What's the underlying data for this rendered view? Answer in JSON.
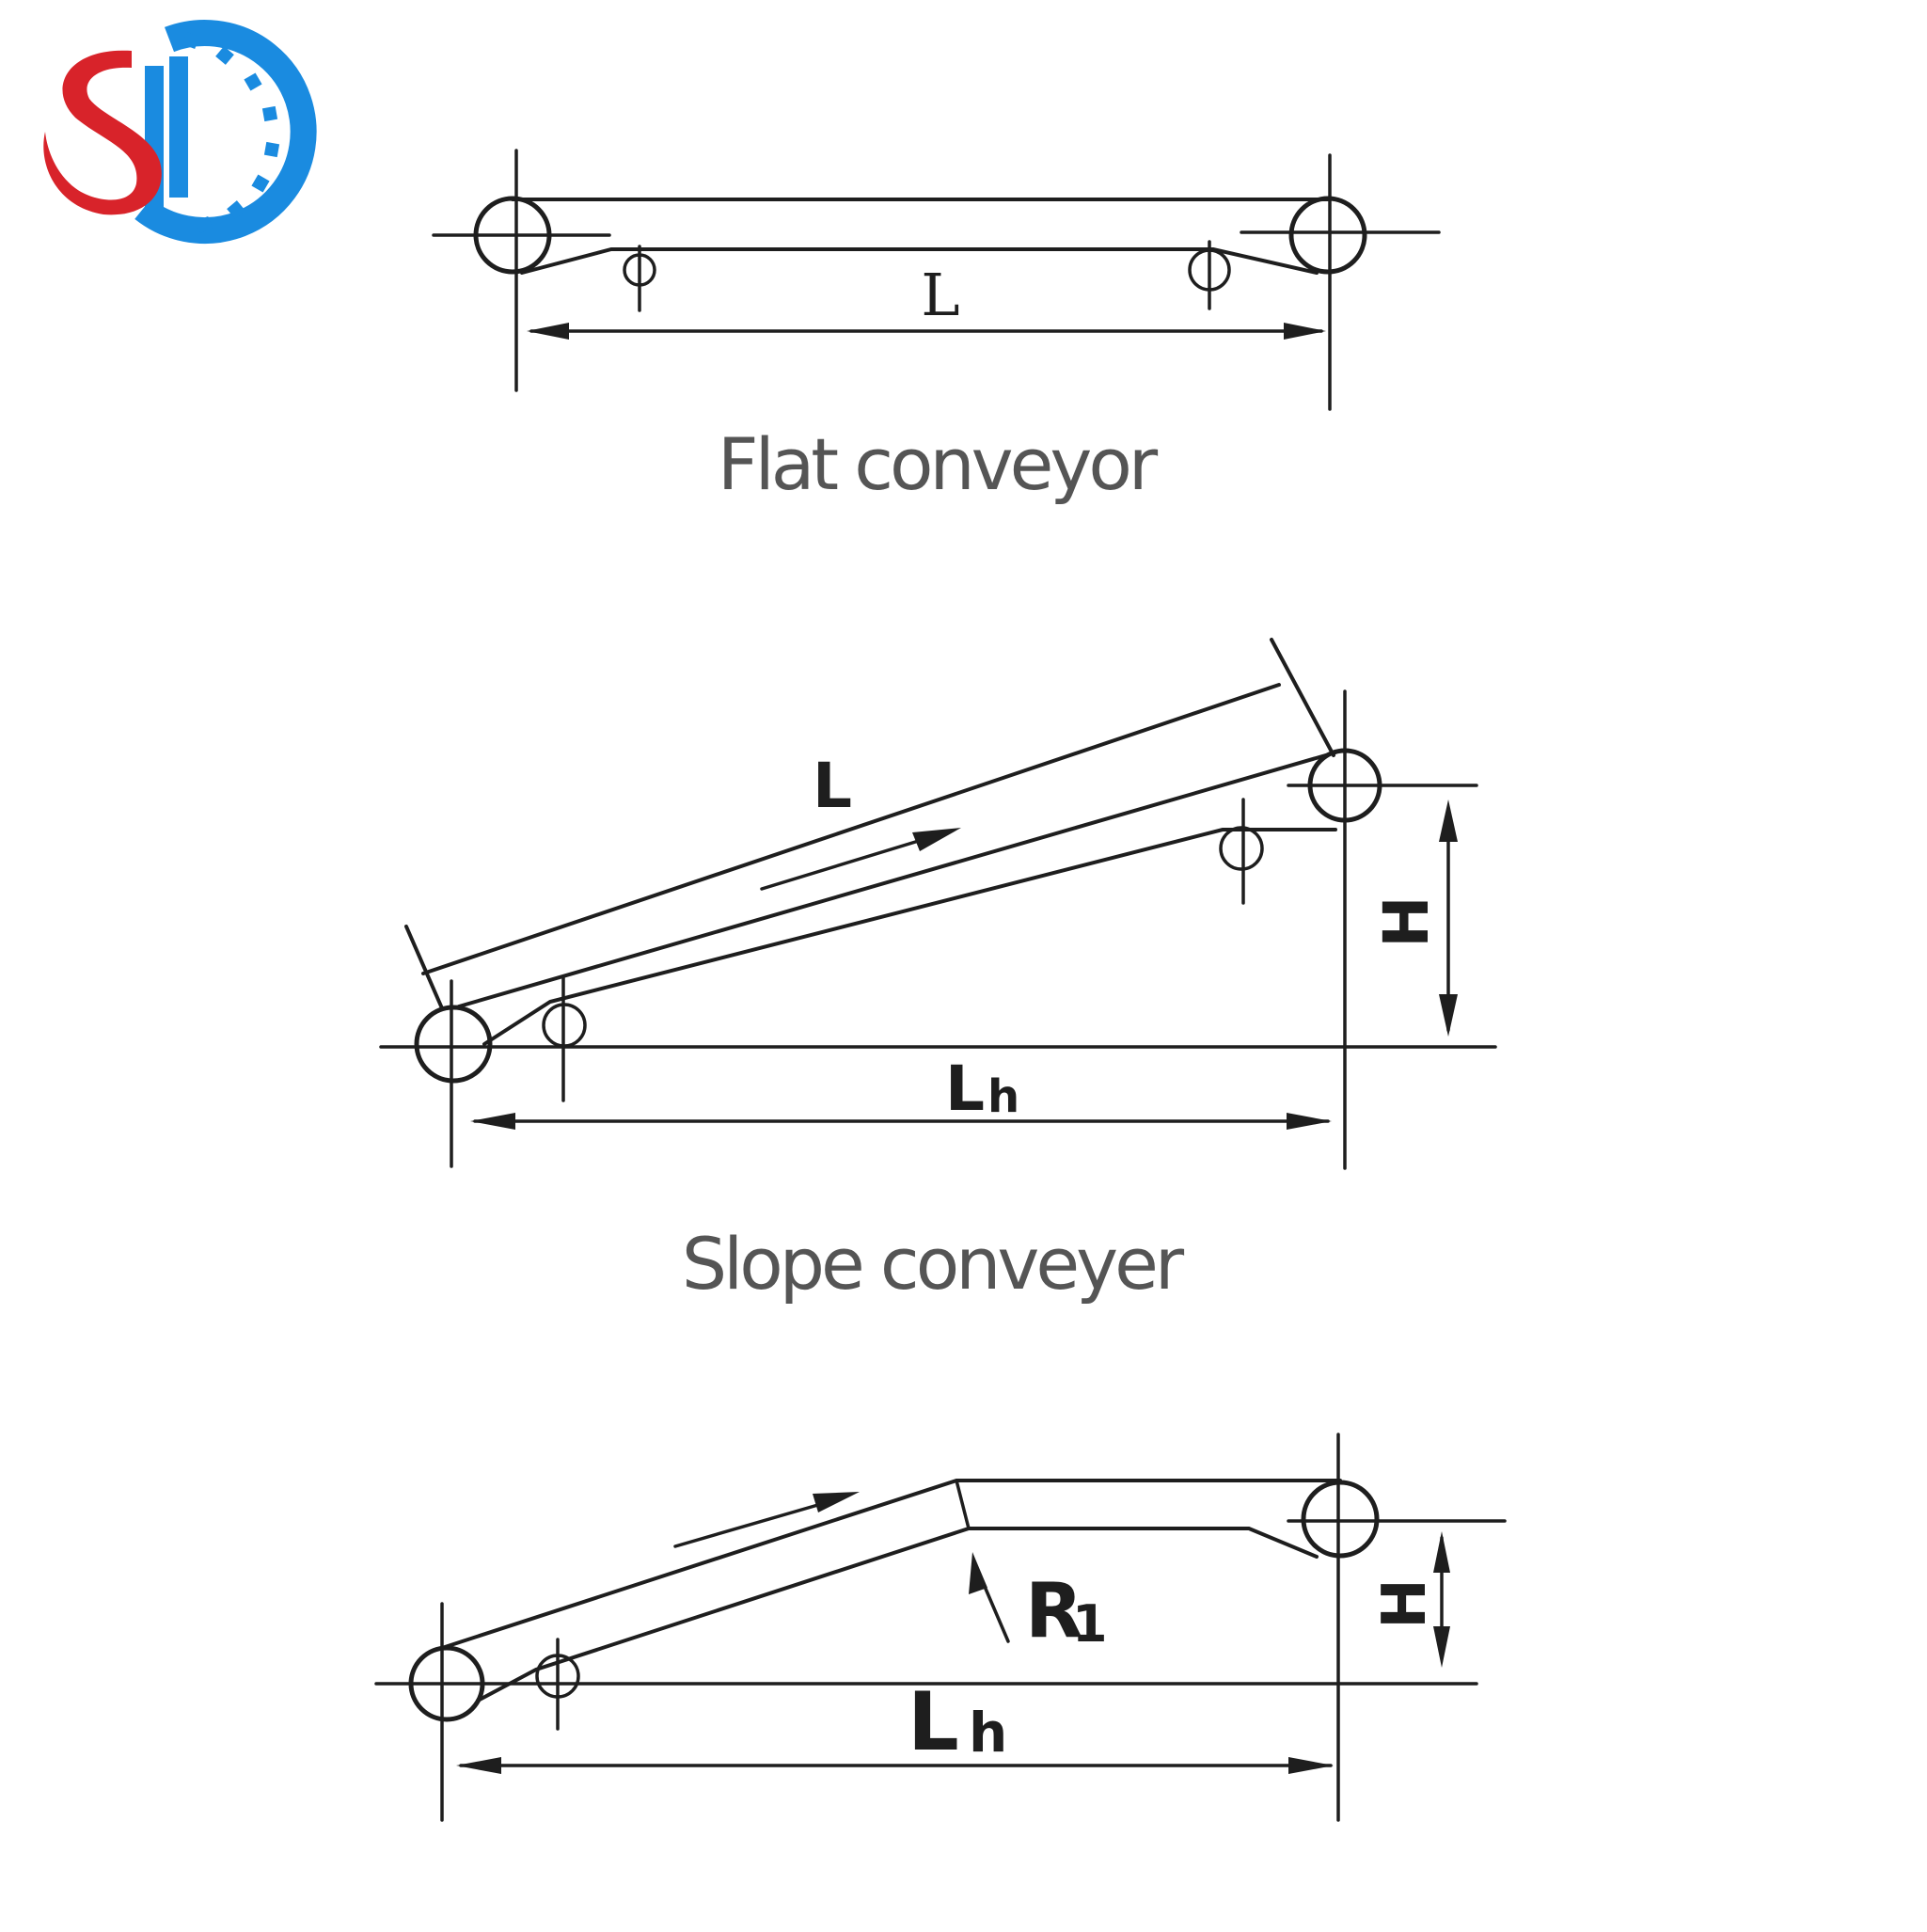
{
  "logo": {
    "text": "SD",
    "colors": {
      "red": "#d8232a",
      "blue": "#1a8be0"
    }
  },
  "diagrams": {
    "flat": {
      "caption": "Flat conveyor",
      "length_label": "L"
    },
    "slope": {
      "caption": "Slope conveyer",
      "length_label": "L",
      "height_label": "H",
      "horizontal_label_main": "L",
      "horizontal_label_sub": "h"
    },
    "curved": {
      "radius_label_main": "R",
      "radius_label_sub": "1",
      "height_label": "H",
      "horizontal_label_main": "L",
      "horizontal_label_sub": "h"
    }
  },
  "line_color": "#1e1e1e",
  "caption_color": "#555555"
}
